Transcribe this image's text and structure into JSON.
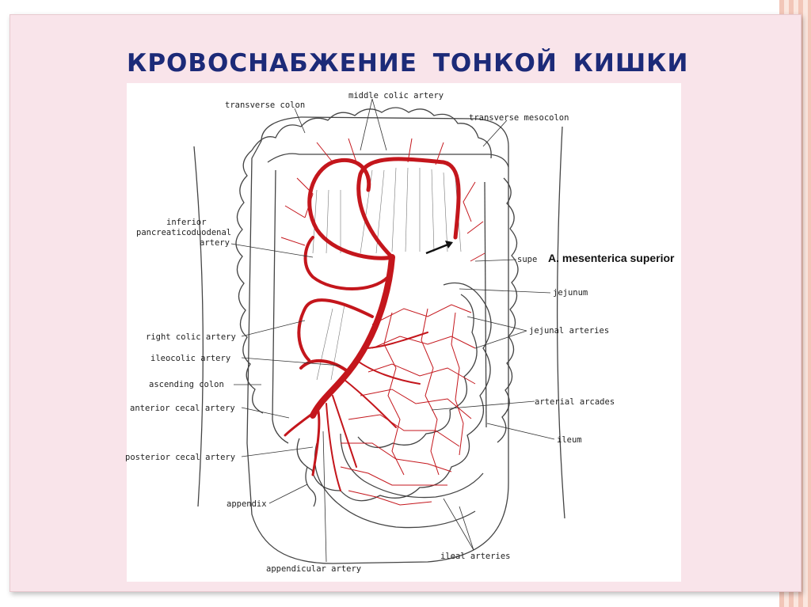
{
  "slide": {
    "title": "КРОВОСНАБЖЕНИЕ ТОНКОЙ КИШКИ",
    "overlay_label": "A. mesenterica superior"
  },
  "labels": {
    "transverse_colon": "transverse colon",
    "middle_colic_artery": "middle colic artery",
    "transverse_mesocolon": "transverse mesocolon",
    "inferior_pancreaticoduodenal_1": "inferior",
    "inferior_pancreaticoduodenal_2": "pancreaticoduodenal",
    "inferior_pancreaticoduodenal_3": "artery",
    "superior_partial": "supe",
    "jejunum": "jejunum",
    "right_colic_artery": "right colic artery",
    "jejunal_arteries": "jejunal arteries",
    "ileocolic_artery": "ileocolic artery",
    "ascending_colon": "ascending colon",
    "anterior_cecal_artery": "anterior cecal artery",
    "arterial_arcades": "arterial arcades",
    "ileum": "ileum",
    "posterior_cecal_artery": "posterior cecal artery",
    "appendix": "appendix",
    "ileal_arteries": "ileal arteries",
    "appendicular_artery": "appendicular artery"
  },
  "colors": {
    "artery": "#c4161c",
    "title": "#1c2a78",
    "slide_background": "#f9e4ea"
  }
}
